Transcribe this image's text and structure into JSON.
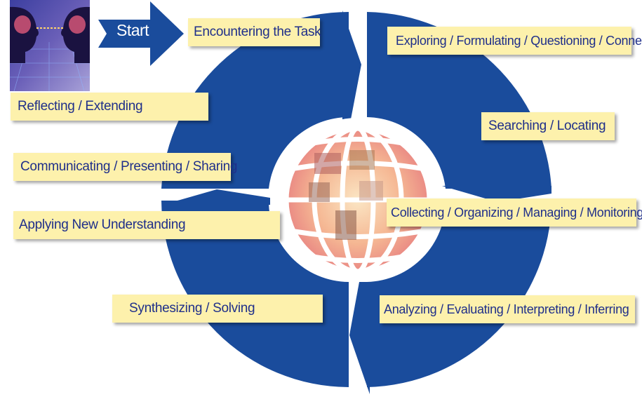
{
  "start": "Start",
  "stages": {
    "encountering": "Encountering the Task",
    "exploring": "Exploring / Formulating / Questioning / Connecting",
    "searching": "Searching / Locating",
    "collecting": "Collecting / Organizing / Managing / Monitoring",
    "analyzing": "Analyzing / Evaluating / Interpreting / Inferring",
    "synthesizing": "Synthesizing / Solving",
    "applying": "Applying New Understanding",
    "communicating": "Communicating / Presenting / Sharing",
    "reflecting": "Reflecting / Extending"
  },
  "colors": {
    "wheel": "#1a4c9c",
    "label_bg": "#fdf1ac",
    "label_text": "#1f2f8a",
    "globe_center": "#f7c79a"
  }
}
